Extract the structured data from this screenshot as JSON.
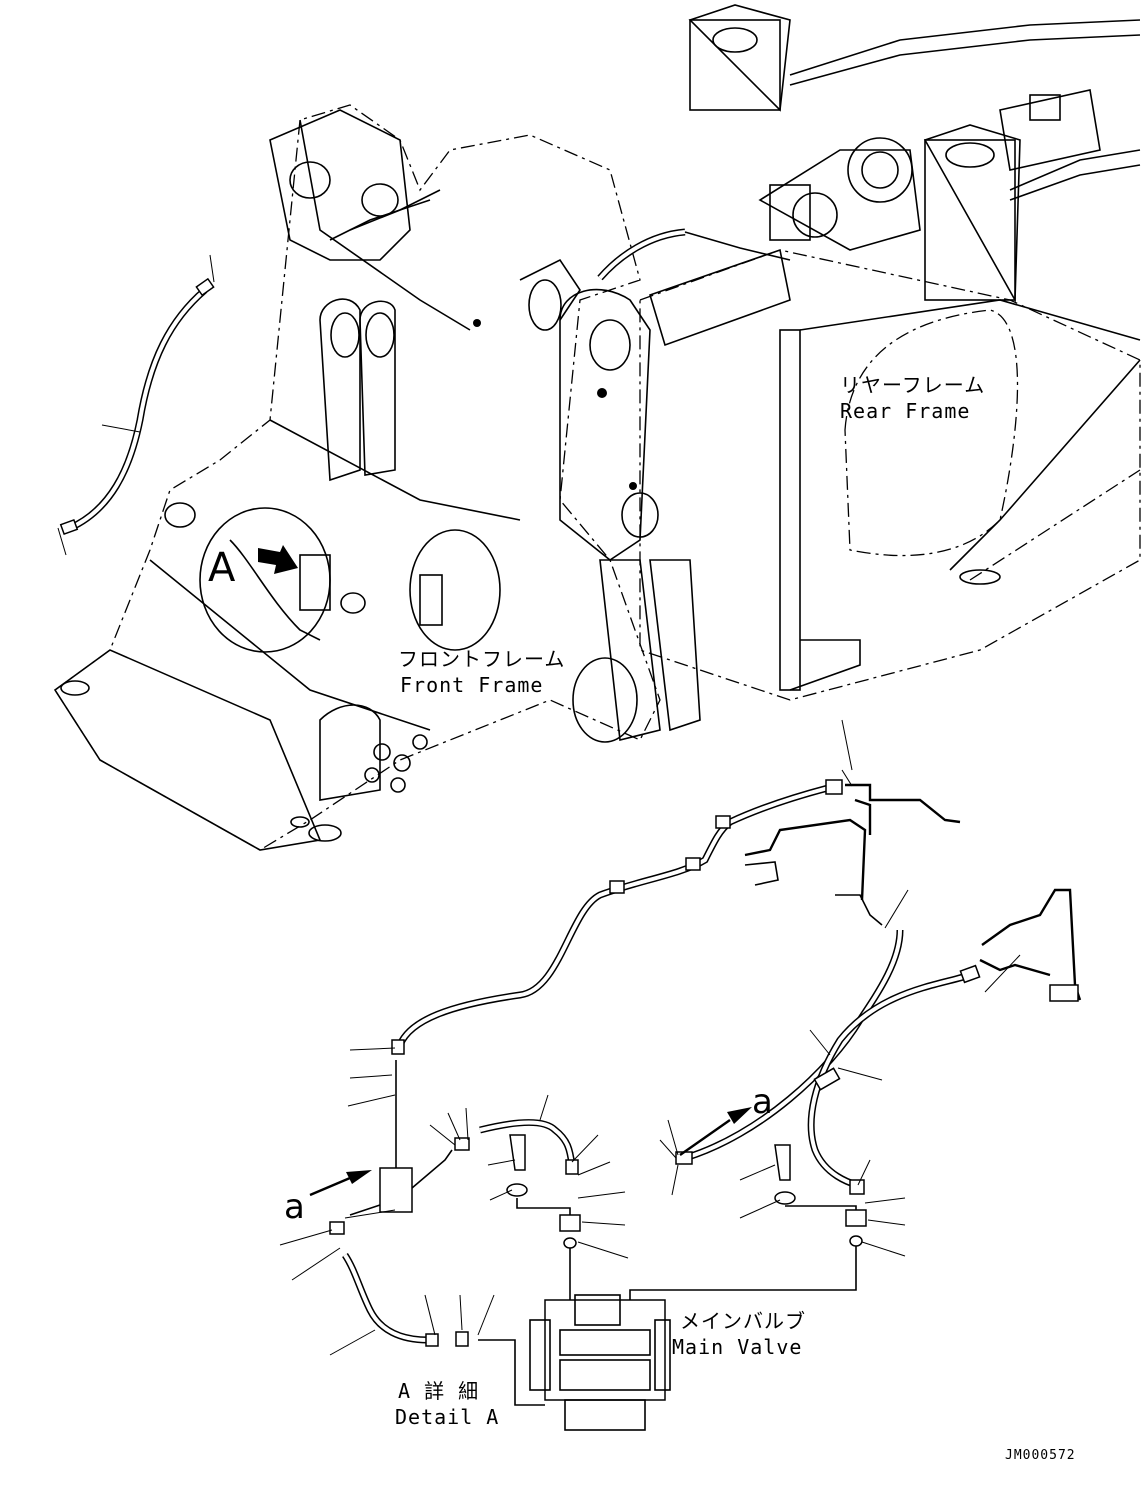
{
  "labels": {
    "rear_frame_jp": "リヤーフレーム",
    "rear_frame_en": "Rear Frame",
    "front_frame_jp": "フロントフレーム",
    "front_frame_en": "Front Frame",
    "main_valve_jp": "メインバルブ",
    "main_valve_en": "Main Valve",
    "detail_a_jp": "A 詳 細",
    "detail_a_en": "Detail A",
    "view_a": "A",
    "arrow_a_left": "a",
    "arrow_a_right": "a",
    "drawing_code": "JM000572"
  }
}
